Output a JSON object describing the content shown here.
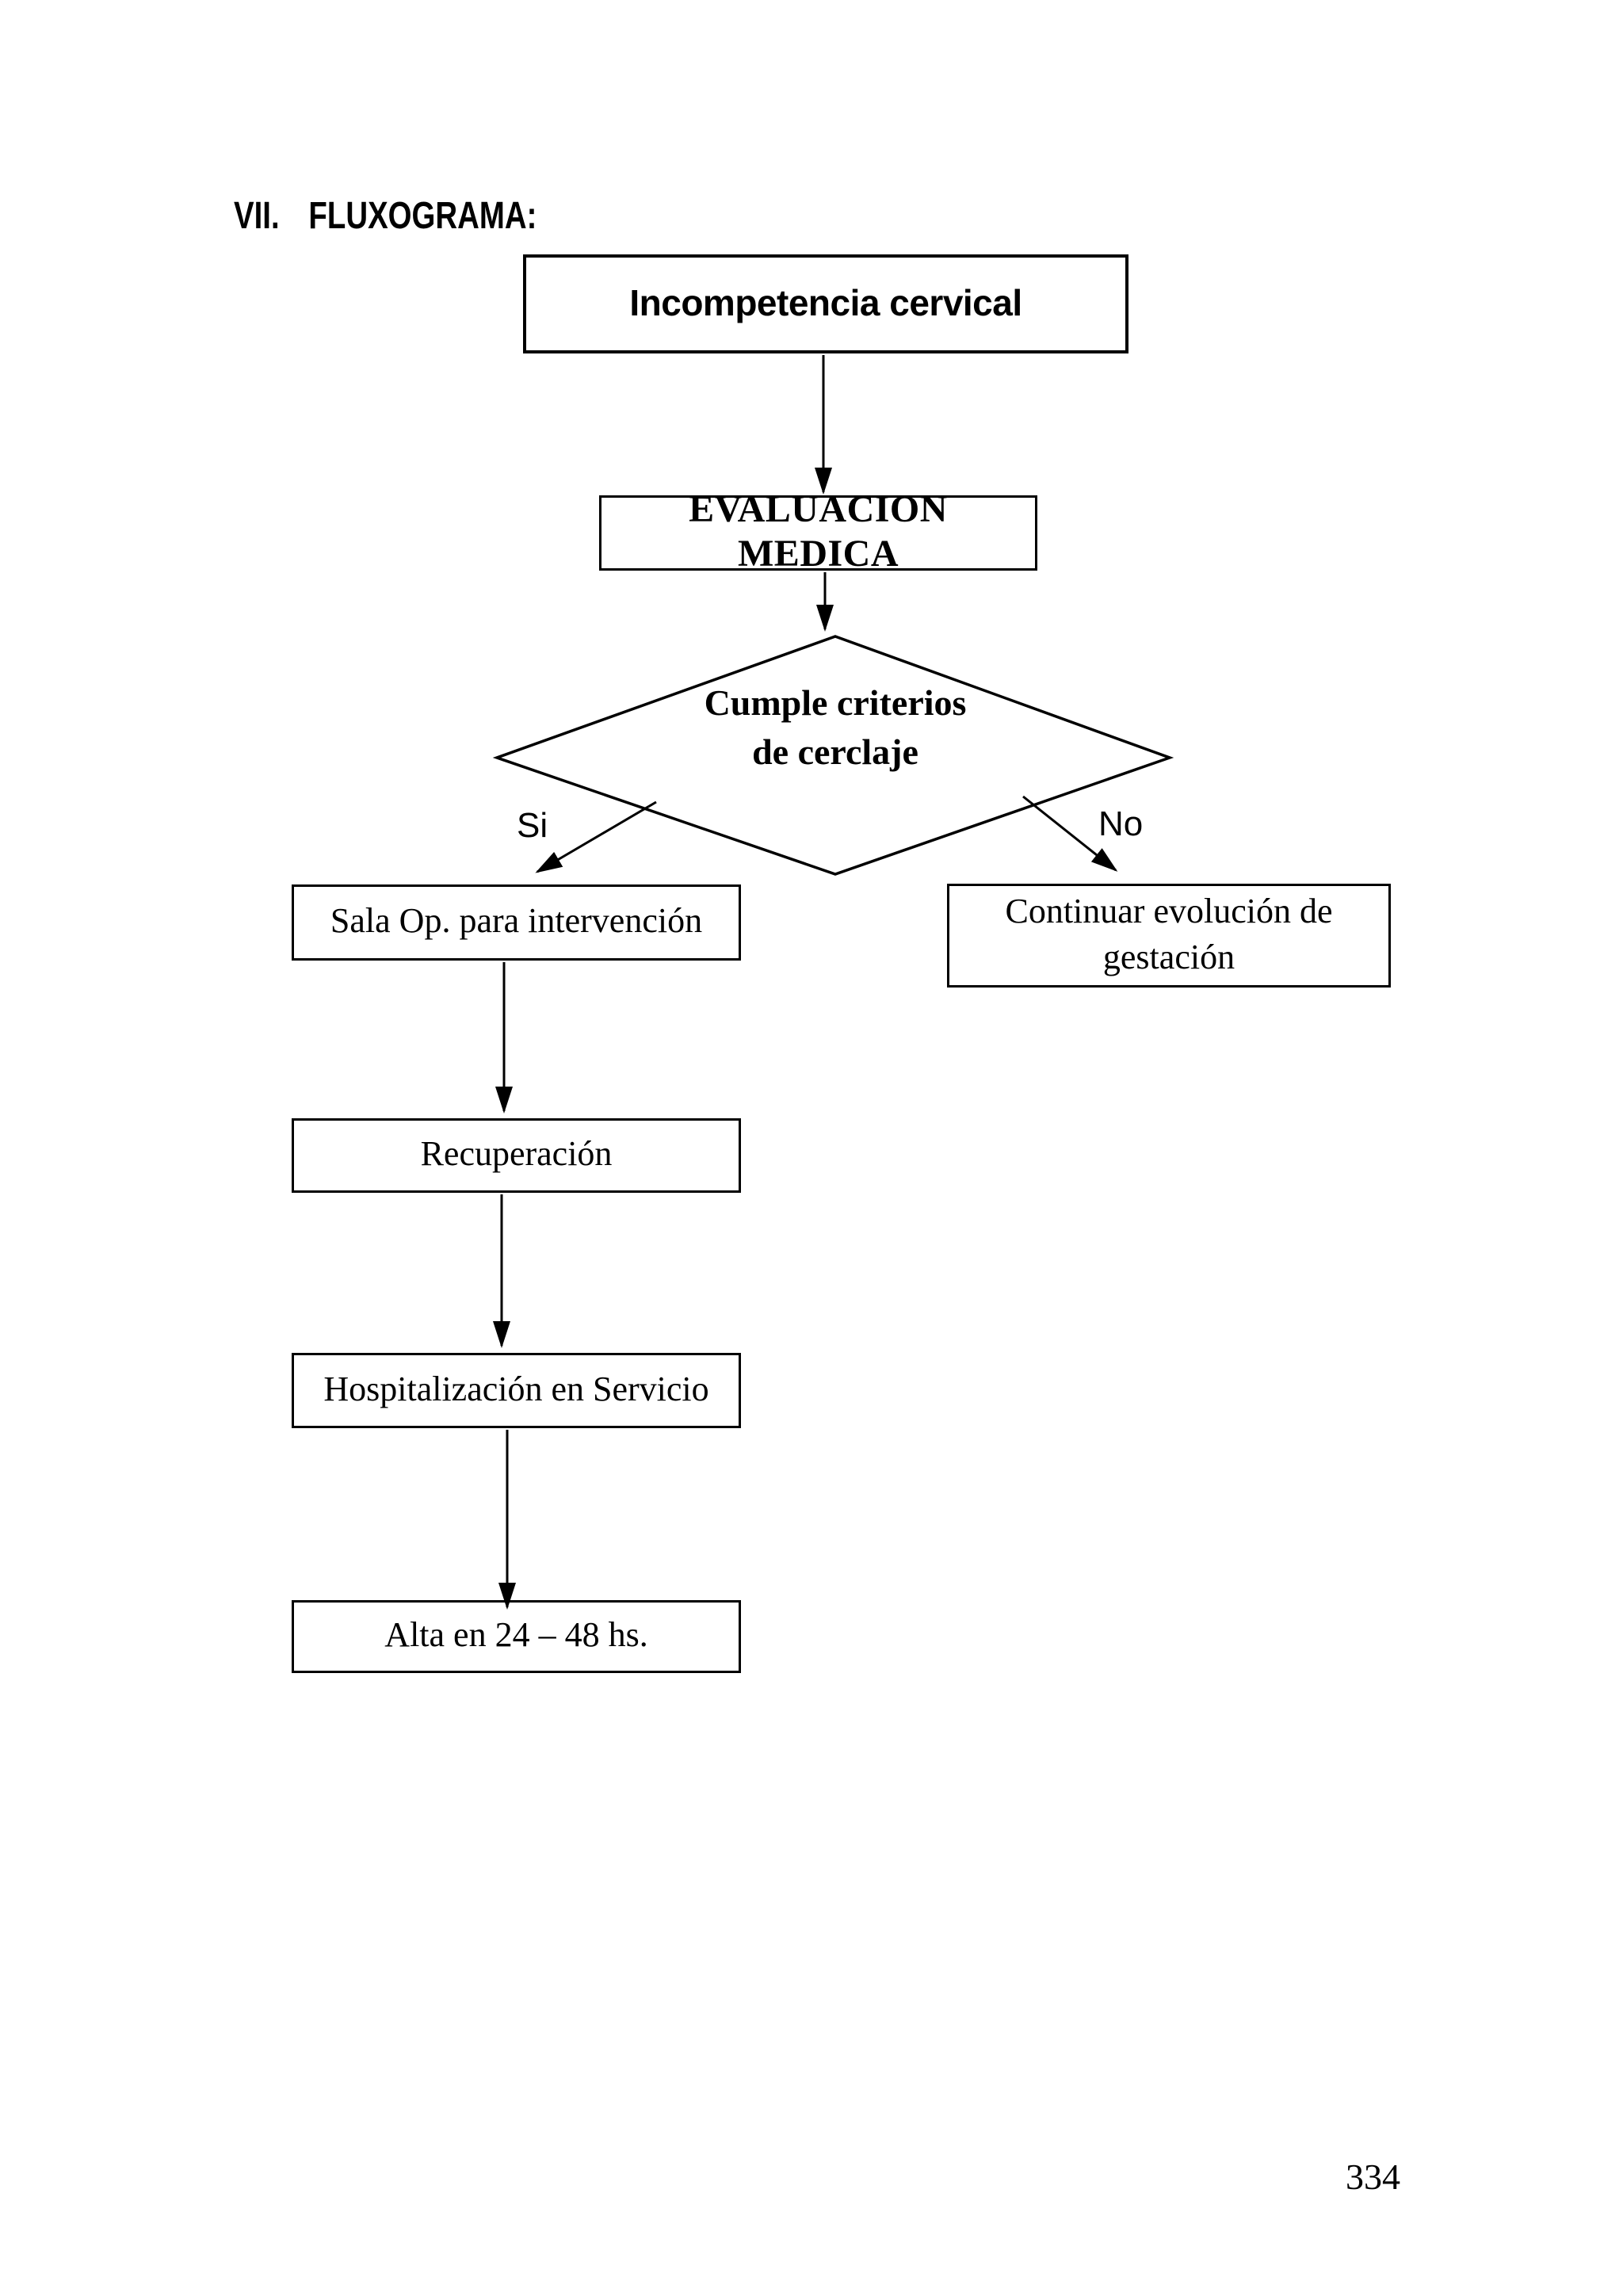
{
  "page": {
    "heading_number": "VII.",
    "heading_title": "FLUXOGRAMA:",
    "page_number": "334"
  },
  "flowchart": {
    "start": {
      "label": "Incompetencia cervical"
    },
    "evaluation": {
      "label": "EVALUACION MEDICA"
    },
    "decision": {
      "line1": "Cumple criterios",
      "line2": "de cerclaje"
    },
    "branch_yes": {
      "label": "Si"
    },
    "branch_no": {
      "label": "No"
    },
    "sala_op": {
      "label": "Sala Op. para intervención"
    },
    "continuar": {
      "line1": "Continuar evolución de",
      "line2": "gestación"
    },
    "recuperacion": {
      "label": "Recuperación"
    },
    "hospitalizacion": {
      "label": "Hospitalización en Servicio"
    },
    "alta": {
      "label": "Alta en 24 – 48 hs."
    }
  },
  "colors": {
    "ink": "#000000",
    "paper": "#ffffff"
  }
}
